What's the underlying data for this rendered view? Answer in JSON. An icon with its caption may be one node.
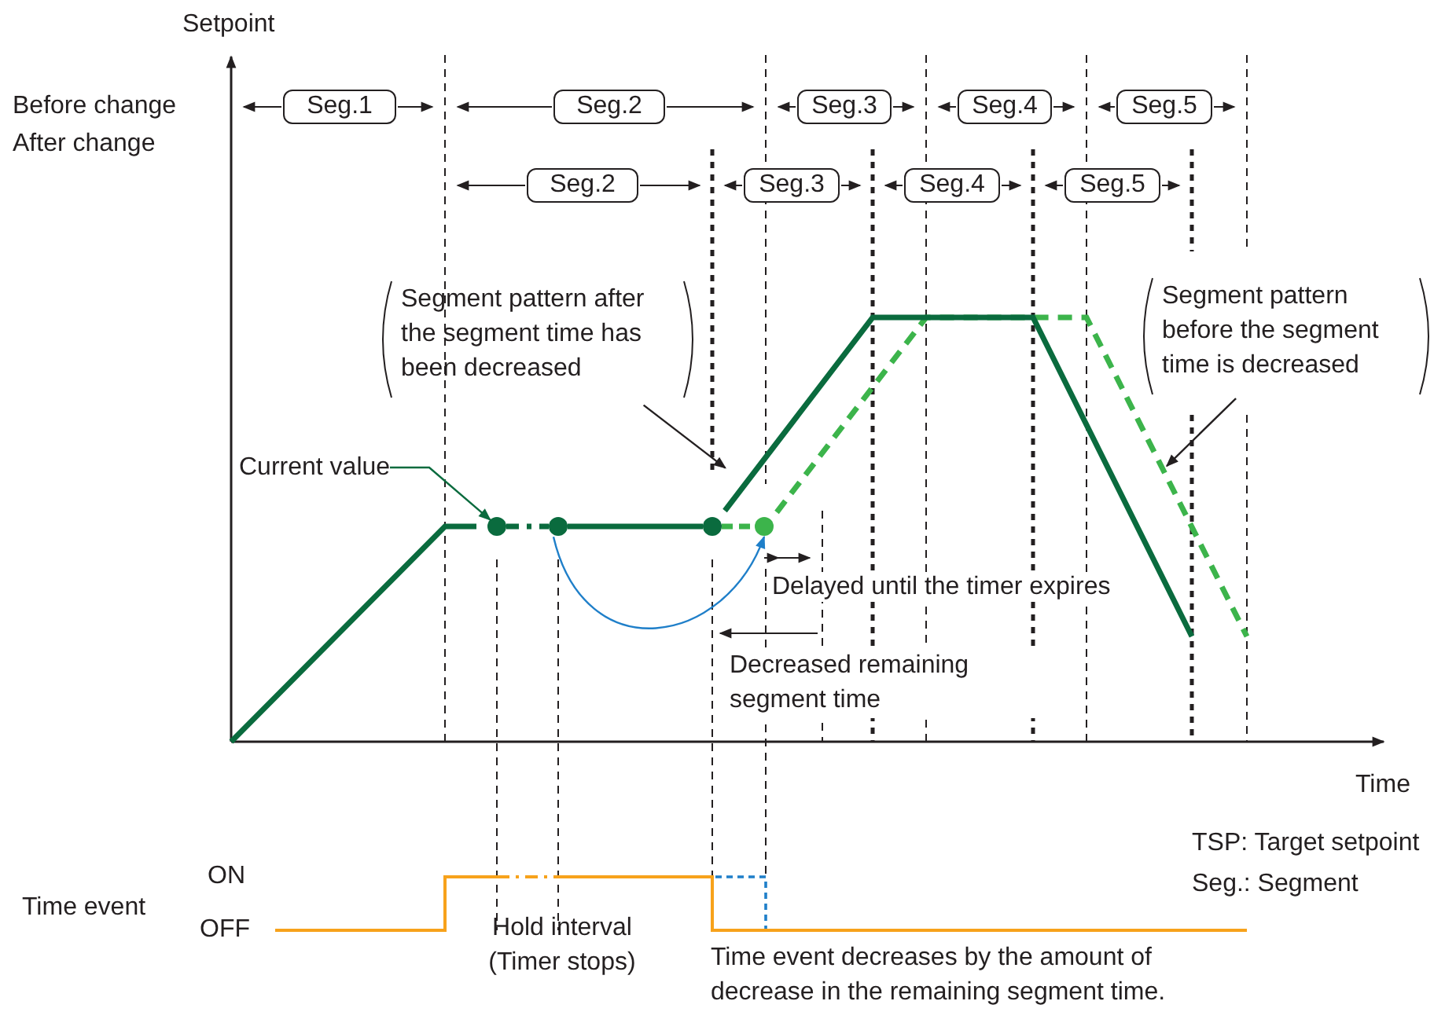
{
  "diagram": {
    "nodes": [
      {
        "text": [
          "Seg.1"
        ]
      },
      {
        "text": [
          "Seg.2"
        ]
      },
      {
        "text": [
          "Seg.3"
        ]
      },
      {
        "text": [
          "Seg.4"
        ]
      },
      {
        "text": [
          "Seg.5"
        ]
      },
      {
        "text": [
          "Seg.2"
        ]
      },
      {
        "text": [
          "Seg.3"
        ]
      },
      {
        "text": [
          "Seg.4"
        ]
      },
      {
        "text": [
          "Seg.5"
        ]
      },
      {
        "text": [
          "Segment pattern after the segment time has been decreased"
        ]
      },
      {
        "text": [
          "Current value"
        ]
      },
      {
        "text": [],
        "shape": "circle"
      },
      {
        "text": [],
        "shape": "circle"
      },
      {
        "text": [],
        "shape": "circle"
      },
      {
        "text": [],
        "shape": "circle"
      },
      {
        "text": [
          "Segment pattern before the segment time is decreased"
        ]
      }
    ],
    "edges": [
      {
        "from": 10,
        "to": 11,
        "arrow": "to",
        "color": "#0a6b3e"
      },
      {
        "from": 9,
        "to": null,
        "arrow": "to"
      },
      {
        "from": 15,
        "to": null,
        "arrow": "to"
      },
      {
        "from": 12,
        "to": 14,
        "arrow": "to",
        "color": "#1f7fc9"
      },
      {
        "from": 11,
        "to": 12,
        "arrow": "none",
        "style": "dashed",
        "color": "#0a6b3e"
      },
      {
        "from": 12,
        "to": 13,
        "arrow": "none",
        "style": "thick",
        "color": "#0a6b3e"
      },
      {
        "from": 13,
        "to": 14,
        "arrow": "none",
        "style": "dashed",
        "color": "#3cb44b"
      }
    ],
    "labels": [
      "Setpoint",
      "Before change",
      "After change",
      "Delayed until the timer expires",
      "Decreased remaining segment time",
      "Time",
      "TSP: Target setpoint",
      "Seg.: Segment",
      "Time event",
      "ON",
      "OFF",
      "Hold interval (Timer stops)",
      "Time event decreases by the amount of decrease in the remaining segment time."
    ]
  }
}
